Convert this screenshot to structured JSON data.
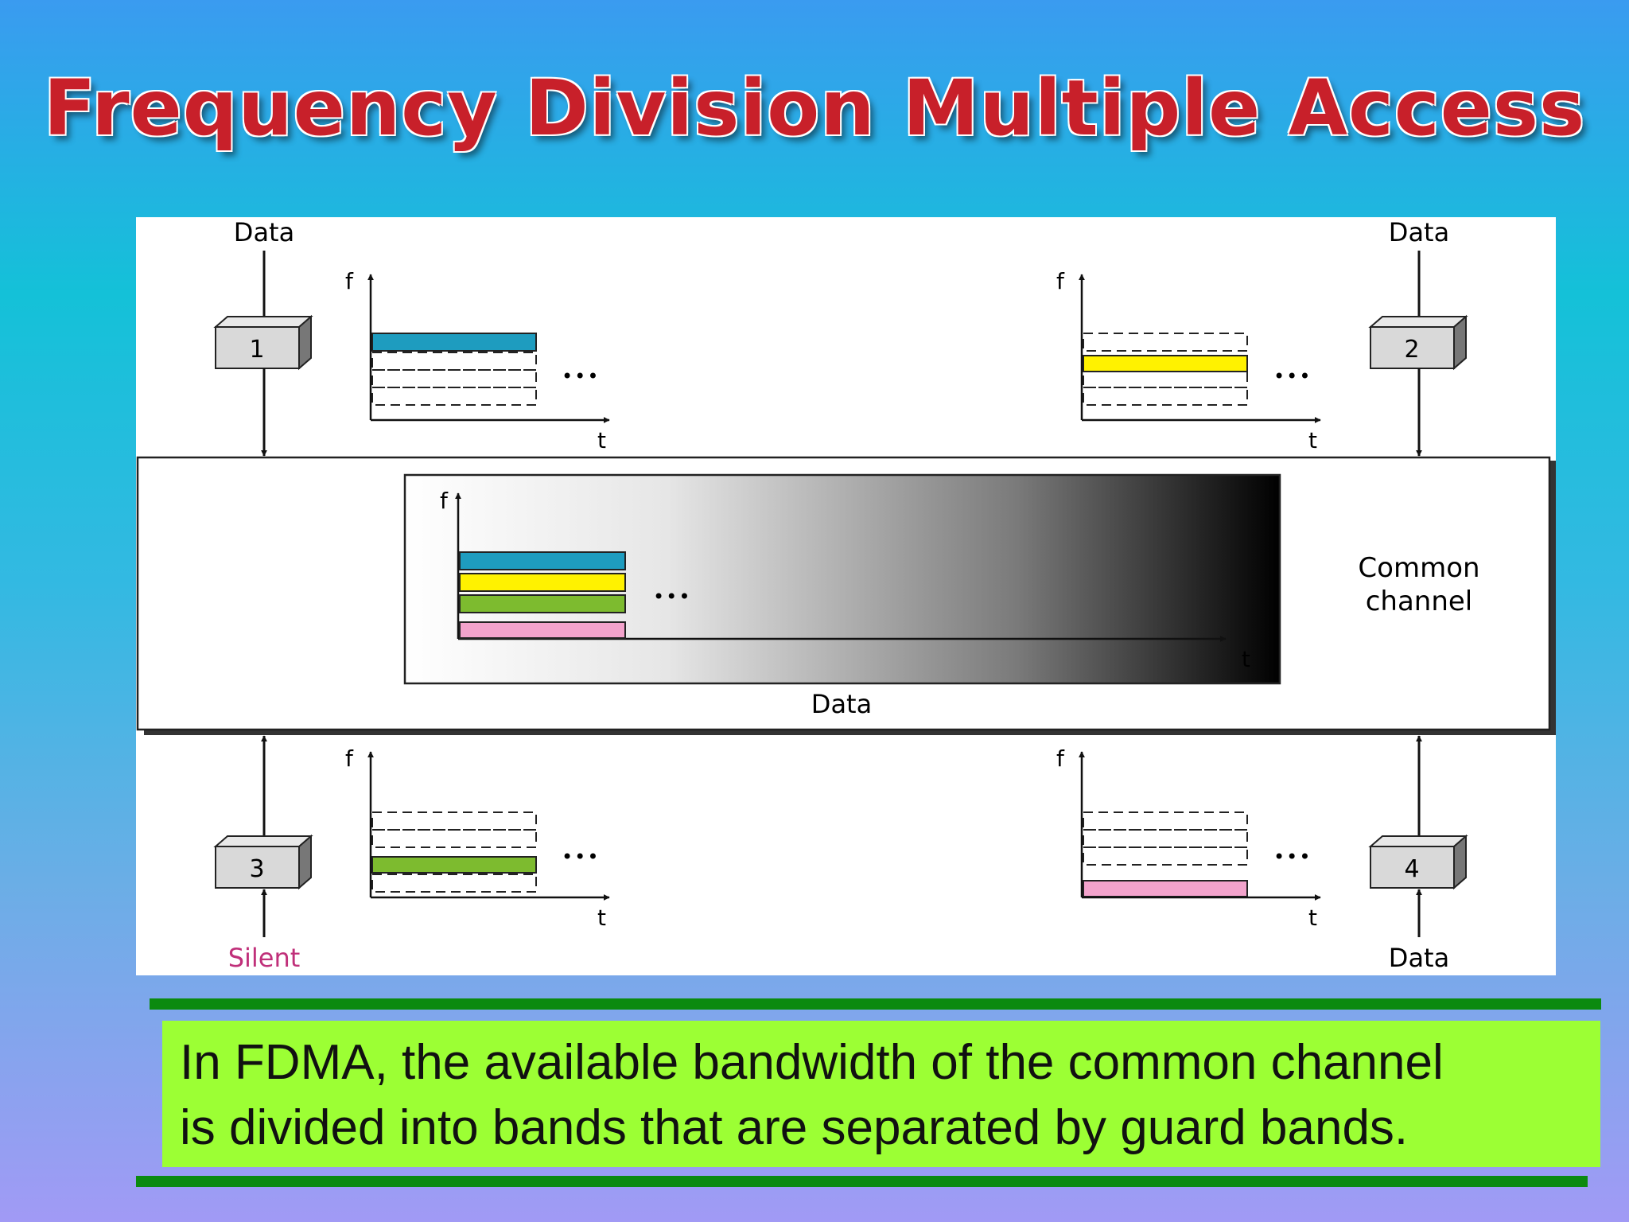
{
  "title": "Frequency Division Multiple Access",
  "diagram": {
    "data_label": "Data",
    "silent_label": "Silent",
    "f_label": "f",
    "t_label": "t",
    "ellipsis": "•••",
    "common_channel": [
      "Common",
      "channel"
    ],
    "stations": [
      {
        "id": "1",
        "input_label": "Data",
        "band": "blue"
      },
      {
        "id": "2",
        "input_label": "Data",
        "band": "yellow"
      },
      {
        "id": "3",
        "input_label": "Silent",
        "band": "green"
      },
      {
        "id": "4",
        "input_label": "Data",
        "band": "pink"
      }
    ]
  },
  "colors": {
    "band_blue": "#1e9cbf",
    "band_yellow": "#fff200",
    "band_green": "#7dbb2f",
    "band_pink": "#f3a3cc",
    "silent_text": "#c0307a"
  },
  "caption": {
    "line1": "In FDMA, the available bandwidth of the common channel",
    "line2": "is divided into bands that are separated by guard bands."
  }
}
